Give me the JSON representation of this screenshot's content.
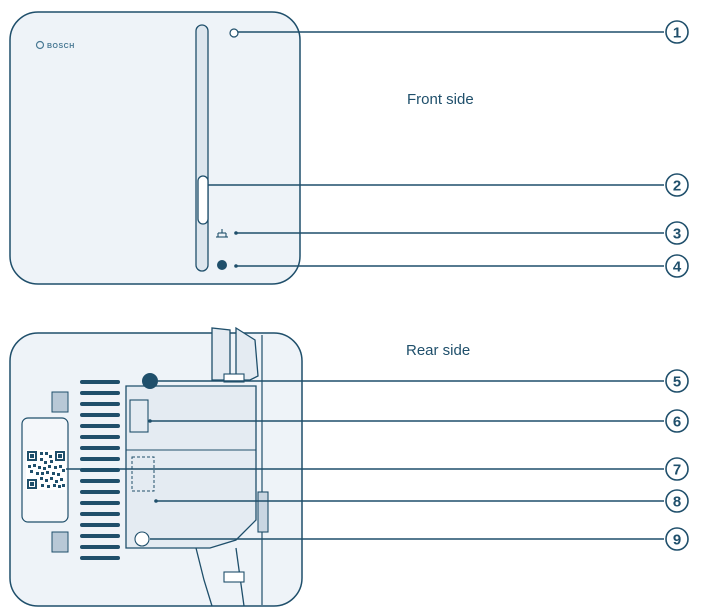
{
  "front": {
    "label": "Front side",
    "brand": "BOSCH"
  },
  "rear": {
    "label": "Rear side"
  },
  "callouts": [
    {
      "number": "1",
      "part": "front"
    },
    {
      "number": "2",
      "part": "front"
    },
    {
      "number": "3",
      "part": "front"
    },
    {
      "number": "4",
      "part": "front"
    },
    {
      "number": "5",
      "part": "rear"
    },
    {
      "number": "6",
      "part": "rear"
    },
    {
      "number": "7",
      "part": "rear"
    },
    {
      "number": "8",
      "part": "rear"
    },
    {
      "number": "9",
      "part": "rear"
    }
  ],
  "colors": {
    "outline": "#1f4f6b",
    "device_fill": "#eef3f8",
    "inner_fill": "#e4ebf2"
  }
}
